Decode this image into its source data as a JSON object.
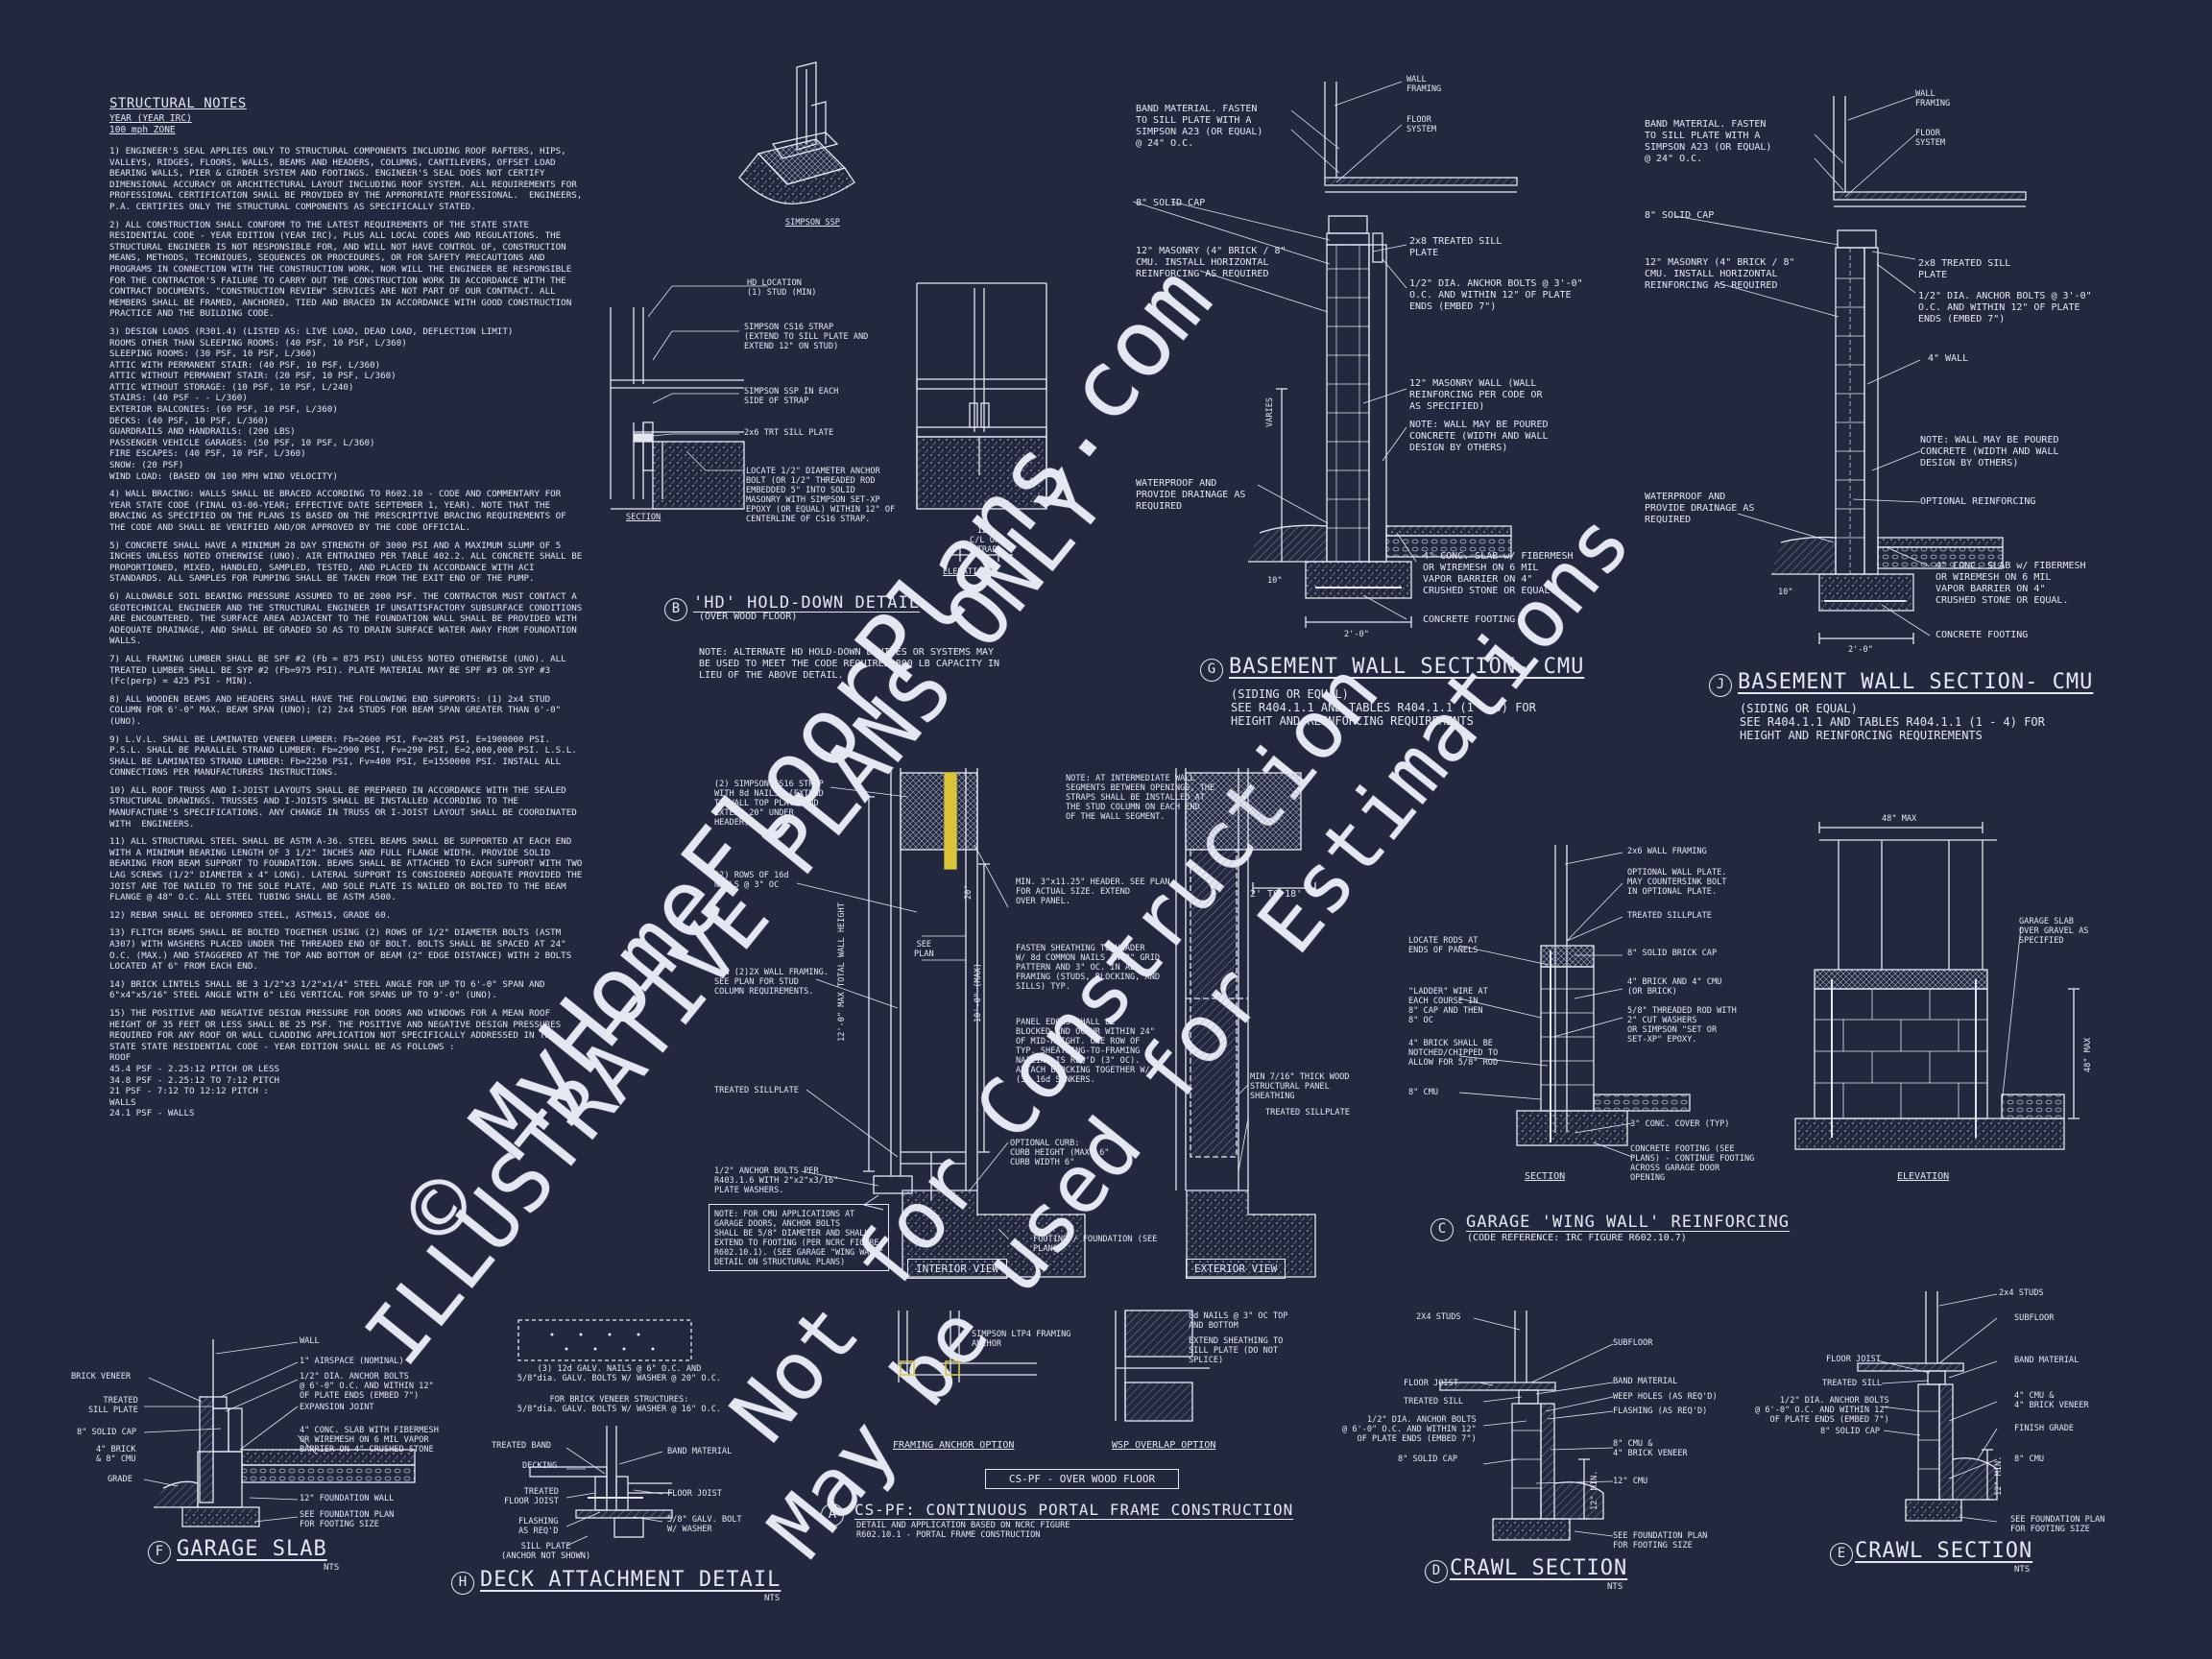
{
  "notes": {
    "title": "STRUCTURAL NOTES",
    "year": "YEAR (YEAR IRC)",
    "wind": "100 mph ZONE",
    "paragraphs": [
      "1) ENGINEER'S SEAL APPLIES ONLY TO STRUCTURAL COMPONENTS INCLUDING ROOF RAFTERS, HIPS, VALLEYS, RIDGES, FLOORS, WALLS, BEAMS AND HEADERS, COLUMNS, CANTILEVERS, OFFSET LOAD BEARING WALLS, PIER & GIRDER SYSTEM AND FOOTINGS. ENGINEER'S SEAL DOES NOT CERTIFY DIMENSIONAL ACCURACY OR ARCHITECTURAL LAYOUT INCLUDING ROOF SYSTEM. ALL REQUIREMENTS FOR PROFESSIONAL CERTIFICATION SHALL BE PROVIDED BY THE APPROPRIATE PROFESSIONAL.  ENGINEERS, P.A. CERTIFIES ONLY THE STRUCTURAL COMPONENTS AS SPECIFICALLY STATED.",
      "2) ALL CONSTRUCTION SHALL CONFORM TO THE LATEST REQUIREMENTS OF THE STATE STATE RESIDENTIAL CODE - YEAR EDITION (YEAR IRC), PLUS ALL LOCAL CODES AND REGULATIONS. THE STRUCTURAL ENGINEER IS NOT RESPONSIBLE FOR, AND WILL NOT HAVE CONTROL OF, CONSTRUCTION MEANS, METHODS, TECHNIQUES, SEQUENCES OR PROCEDURES, OR FOR SAFETY PRECAUTIONS AND PROGRAMS IN CONNECTION WITH THE CONSTRUCTION WORK, NOR WILL THE ENGINEER BE RESPONSIBLE FOR THE CONTRACTOR'S FAILURE TO CARRY OUT THE CONSTRUCTION WORK IN ACCORDANCE WITH THE CONTRACT DOCUMENTS. \"CONSTRUCTION REVIEW\" SERVICES ARE NOT PART OF OUR CONTRACT. ALL MEMBERS SHALL BE FRAMED, ANCHORED, TIED AND BRACED IN ACCORDANCE WITH GOOD CONSTRUCTION PRACTICE AND THE BUILDING CODE.",
      "3) DESIGN LOADS (R301.4) (LISTED AS: LIVE LOAD, DEAD LOAD, DEFLECTION LIMIT)\nROOMS OTHER THAN SLEEPING ROOMS: (40 PSF, 10 PSF, L/360)\nSLEEPING ROOMS: (30 PSF, 10 PSF, L/360)\nATTIC WITH PERMANENT STAIR: (40 PSF, 10 PSF, L/360)\nATTIC WITHOUT PERMANENT STAIR: (20 PSF, 10 PSF, L/360)\nATTIC WITHOUT STORAGE: (10 PSF, 10 PSF, L/240)\nSTAIRS: (40 PSF - - L/360)\nEXTERIOR BALCONIES: (60 PSF, 10 PSF, L/360)\nDECKS: (40 PSF, 10 PSF, L/360)\nGUARDRAILS AND HANDRAILS: (200 LBS)\nPASSENGER VEHICLE GARAGES: (50 PSF, 10 PSF, L/360)\nFIRE ESCAPES: (40 PSF, 10 PSF, L/360)\nSNOW: (20 PSF)\nWIND LOAD: (BASED ON 100 MPH WIND VELOCITY)",
      "4) WALL BRACING: WALLS SHALL BE BRACED ACCORDING TO R602.10 - CODE AND COMMENTARY FOR YEAR STATE CODE (FINAL 03-06-YEAR; EFFECTIVE DATE SEPTEMBER 1, YEAR). NOTE THAT THE BRACING AS SPECIFIED ON THE PLANS IS BASED ON THE PRESCRIPTIVE BRACING REQUIREMENTS OF THE CODE AND SHALL BE VERIFIED AND/OR APPROVED BY THE CODE OFFICIAL.",
      "5) CONCRETE SHALL HAVE A MINIMUM 28 DAY STRENGTH OF 3000 PSI AND A MAXIMUM SLUMP OF 5 INCHES UNLESS NOTED OTHERWISE (UNO). AIR ENTRAINED PER TABLE 402.2. ALL CONCRETE SHALL BE PROPORTIONED, MIXED, HANDLED, SAMPLED, TESTED, AND PLACED IN ACCORDANCE WITH ACI STANDARDS. ALL SAMPLES FOR PUMPING SHALL BE TAKEN FROM THE EXIT END OF THE PUMP.",
      "6) ALLOWABLE SOIL BEARING PRESSURE ASSUMED TO BE 2000 PSF. THE CONTRACTOR MUST CONTACT A GEOTECHNICAL ENGINEER AND THE STRUCTURAL ENGINEER IF UNSATISFACTORY SUBSURFACE CONDITIONS ARE ENCOUNTERED. THE SURFACE AREA ADJACENT TO THE FOUNDATION WALL SHALL BE PROVIDED WITH ADEQUATE DRAINAGE, AND SHALL BE GRADED SO AS TO DRAIN SURFACE WATER AWAY FROM FOUNDATION WALLS.",
      "7) ALL FRAMING LUMBER SHALL BE SPF #2 (Fb = 875 PSI) UNLESS NOTED OTHERWISE (UNO). ALL TREATED LUMBER SHALL BE SYP #2 (Fb=975 PSI). PLATE MATERIAL MAY BE SPF #3 OR SYP #3 (Fc(perp) = 425 PSI - MIN).",
      "8) ALL WOODEN BEAMS AND HEADERS SHALL HAVE THE FOLLOWING END SUPPORTS: (1) 2x4 STUD COLUMN FOR 6'-0\" MAX. BEAM SPAN (UNO); (2) 2x4 STUDS FOR BEAM SPAN GREATER THAN 6'-0\" (UNO).",
      "9) L.V.L. SHALL BE LAMINATED VENEER LUMBER: Fb=2600 PSI, Fv=285 PSI, E=1900000 PSI. P.S.L. SHALL BE PARALLEL STRAND LUMBER: Fb=2900 PSI, Fv=290 PSI, E=2,000,000 PSI. L.S.L. SHALL BE LAMINATED STRAND LUMBER: Fb=2250 PSI, Fv=400 PSI, E=1550000 PSI. INSTALL ALL CONNECTIONS PER MANUFACTURERS INSTRUCTIONS.",
      "10) ALL ROOF TRUSS AND I-JOIST LAYOUTS SHALL BE PREPARED IN ACCORDANCE WITH THE SEALED STRUCTURAL DRAWINGS. TRUSSES AND I-JOISTS SHALL BE INSTALLED ACCORDING TO THE MANUFACTURE'S SPECIFICATIONS. ANY CHANGE IN TRUSS OR I-JOIST LAYOUT SHALL BE COORDINATED WITH  ENGINEERS.",
      "11) ALL STRUCTURAL STEEL SHALL BE ASTM A-36. STEEL BEAMS SHALL BE SUPPORTED AT EACH END WITH A MINIMUM BEARING LENGTH OF 3 1/2\" INCHES AND FULL FLANGE WIDTH. PROVIDE SOLID BEARING FROM BEAM SUPPORT TO FOUNDATION. BEAMS SHALL BE ATTACHED TO EACH SUPPORT WITH TWO LAG SCREWS (1/2\" DIAMETER x 4\" LONG). LATERAL SUPPORT IS CONSIDERED ADEQUATE PROVIDED THE JOIST ARE TOE NAILED TO THE SOLE PLATE, AND SOLE PLATE IS NAILED OR BOLTED TO THE BEAM FLANGE @ 48\" O.C. ALL STEEL TUBING SHALL BE ASTM A500.",
      "12) REBAR SHALL BE DEFORMED STEEL, ASTM615, GRADE 60.",
      "13) FLITCH BEAMS SHALL BE BOLTED TOGETHER USING (2) ROWS OF 1/2\" DIAMETER BOLTS (ASTM A307) WITH WASHERS PLACED UNDER THE THREADED END OF BOLT. BOLTS SHALL BE SPACED AT 24\" O.C. (MAX.) AND STAGGERED AT THE TOP AND BOTTOM OF BEAM (2\" EDGE DISTANCE) WITH 2 BOLTS LOCATED AT 6\" FROM EACH END.",
      "14) BRICK LINTELS SHALL BE 3 1/2\"x3 1/2\"x1/4\" STEEL ANGLE FOR UP TO 6'-0\" SPAN AND 6\"x4\"x5/16\" STEEL ANGLE WITH 6\" LEG VERTICAL FOR SPANS UP TO 9'-0\" (UNO).",
      "15) THE POSITIVE AND NEGATIVE DESIGN PRESSURE FOR DOORS AND WINDOWS FOR A MEAN ROOF HEIGHT OF 35 FEET OR LESS SHALL BE 25 PSF. THE POSITIVE AND NEGATIVE DESIGN PRESSURES REQUIRED FOR ANY ROOF OR WALL CLADDING APPLICATION NOT SPECIFICALLY ADDRESSED IN THE STATE STATE RESIDENTIAL CODE - YEAR EDITION SHALL BE AS FOLLOWS :\nROOF\n45.4 PSF - 2.25:12 PITCH OR LESS\n34.8 PSF - 2.25:12 TO 7:12 PITCH\n21 PSF - 7:12 TO 12:12 PITCH :\nWALLS\n24.1 PSF - WALLS"
    ]
  },
  "detail_ssp": {
    "label": "SIMPSON SSP"
  },
  "detail_b": {
    "mark": "B",
    "title": "'HD' HOLD-DOWN DETAIL",
    "subtitle": "(OVER WOOD FLOOR)",
    "note": "NOTE: ALTERNATE HD HOLD-DOWN DEVICES OR SYSTEMS MAY\nBE USED TO MEET THE CODE REQUIRED 800 LB CAPACITY IN\nLIEU OF THE ABOVE DETAIL.",
    "labels": [
      "HD LOCATION\n(1) STUD (MIN)",
      "SIMPSON CS16 STRAP\n(EXTEND TO SILL PLATE AND\nEXTEND 12\" ON STUD)",
      "SIMPSON SSP IN EACH\nSIDE OF STRAP",
      "2x6 TRT SILL PLATE",
      "LOCATE 1/2\" DIAMETER ANCHOR\nBOLT (OR 1/2\" THREADED ROD\nEMBEDDED 5\" INTO SOLID\nMASONRY WITH SIMPSON SET-XP\nEPOXY (OR EQUAL) WITHIN 12\" OF\nCENTERLINE OF CS16 STRAP."
    ],
    "section": "SECTION",
    "elevation": "ELEVATION",
    "dim": "12\"\nC/L OF\nSTRAP"
  },
  "detail_g": {
    "mark": "G",
    "title": "BASEMENT WALL SECTION- CMU",
    "subtitle": "(SIDING OR EQUAL)\nSEE R404.1.1 AND TABLES R404.1.1 (1 - 4) FOR\nHEIGHT AND REINFORCING REQUIREMENTS",
    "labels_left": [
      "BAND MATERIAL. FASTEN\nTO SILL PLATE WITH A\nSIMPSON A23 (OR EQUAL)\n@ 24\" O.C.",
      "8\" SOLID CAP",
      "12\" MASONRY (4\" BRICK / 8\"\nCMU. INSTALL HORIZONTAL\nREINFORCING AS REQUIRED",
      "WATERPROOF AND\nPROVIDE DRAINAGE AS\nREQUIRED"
    ],
    "labels_right": [
      "WALL\nFRAMING",
      "FLOOR\nSYSTEM",
      "2x8 TREATED SILL\nPLATE",
      "1/2\" DIA. ANCHOR BOLTS @ 3'-0\"\nO.C. AND WITHIN 12\" OF PLATE\nENDS (EMBED 7\")",
      "12\" MASONRY WALL (WALL\nREINFORCING PER CODE OR\nAS SPECIFIED)",
      "NOTE: WALL MAY BE POURED\nCONCRETE (WIDTH AND WALL\nDESIGN BY OTHERS)",
      "4\" CONC. SLAB w/ FIBERMESH\nOR WIREMESH ON 6 MIL\nVAPOR BARRIER ON 4\"\nCRUSHED STONE OR EQUAL.",
      "CONCRETE FOOTING"
    ],
    "varies": "VARIES",
    "dim_width": "2'-0\"",
    "dim_height": "10\""
  },
  "detail_j": {
    "mark": "J",
    "title": "BASEMENT WALL SECTION- CMU",
    "subtitle": "(SIDING OR EQUAL)\nSEE R404.1.1 AND TABLES R404.1.1 (1 - 4) FOR\nHEIGHT AND REINFORCING REQUIREMENTS",
    "labels_left": [
      "BAND MATERIAL. FASTEN\nTO SILL PLATE WITH A\nSIMPSON A23 (OR EQUAL)\n@ 24\" O.C.",
      "8\" SOLID CAP",
      "12\" MASONRY (4\" BRICK / 8\"\nCMU. INSTALL HORIZONTAL\nREINFORCING AS REQUIRED",
      "WATERPROOF AND\nPROVIDE DRAINAGE AS\nREQUIRED"
    ],
    "labels_right": [
      "WALL\nFRAMING",
      "FLOOR\nSYSTEM",
      "2x8 TREATED SILL\nPLATE",
      "1/2\" DIA. ANCHOR BOLTS @ 3'-0\"\nO.C. AND WITHIN 12\" OF PLATE\nENDS (EMBED 7\")",
      "4\" WALL",
      "NOTE: WALL MAY BE POURED\nCONCRETE (WIDTH AND WALL\nDESIGN BY OTHERS)",
      "OPTIONAL REINFORCING",
      "4\" CONC. SLAB w/ FIBERMESH\nOR WIREMESH ON 6 MIL\nVAPOR BARRIER ON 4\"\nCRUSHED STONE OR EQUAL.",
      "CONCRETE FOOTING"
    ],
    "dim_width": "2'-0\"",
    "dim_height": "10\""
  },
  "detail_a": {
    "mark": "A",
    "title": "CS-PF: CONTINUOUS PORTAL FRAME CONSTRUCTION",
    "subtitle": "DETAIL AND APPLICATION BASED ON NCRC FIGURE\nR602.10.1 - PORTAL FRAME CONSTRUCTION",
    "labels_left": [
      "(2) SIMPSON CS16 STRAP\nWITH 8d NAILS. (EXTEND\nTO WALL TOP PLATE AND\nEXTEND 20\" UNDER\nHEADER).",
      "(2) ROWS OF 16d\nNAILS @ 3\" OC",
      "MIN (2)2X WALL FRAMING.\nSEE PLAN FOR STUD\nCOLUMN REQUIREMENTS.",
      "TREATED SILLPLATE",
      "1/2\" ANCHOR BOLTS PER\nR403.1.6 WITH 2\"x2\"x3/16\"\nPLATE WASHERS."
    ],
    "labels_mid": [
      "NOTE: AT INTERMEDIATE WALL\nSEGMENTS BETWEEN OPENINGS, THE\nSTRAPS SHALL BE INSTALLED AT\nTHE STUD COLUMN ON EACH END\nOF THE WALL SEGMENT.",
      "MIN. 3\"x11.25\" HEADER. SEE PLAN\nFOR ACTUAL SIZE. EXTEND\nOVER PANEL.",
      "FASTEN SHEATHING TO HEADER\nW/ 8d COMMON NAILS IN 3\" GRID\nPATTERN AND 3\" OC. IN ALL\nFRAMING (STUDS, BLOCKING, AND\nSILLS) TYP.",
      "PANEL EDGES SHALL BE\nBLOCKED AND OCCUR WITHIN 24\"\nOF MID-HEIGHT. ONE ROW OF\nTYP. SHEATHING-TO-FRAMING\nNAILING IS REQ'D (3\" OC).\nATTACH BLOCKING TOGETHER W/\n(3) 16d SINKERS.",
      "OPTIONAL CURB:\nCURB HEIGHT (MAX) 6\"\nCURB WIDTH 6\"",
      "FOOTING / FOUNDATION (SEE\nPLAN)"
    ],
    "labels_right": [
      "2' TO 18'",
      "MIN 7/16\" THICK WOOD\nSTRUCTURAL PANEL\nSHEATHING",
      "TREATED SILLPLATE"
    ],
    "vertical_dims": [
      "12'-0\" MAX TOTAL WALL HEIGHT",
      "10'-0\" (MAX)",
      "20\""
    ],
    "see_plan": "SEE\nPLAN",
    "notebox": "NOTE: FOR CMU APPLICATIONS AT\nGARAGE DOORS, ANCHOR BOLTS\nSHALL BE 5/8\" DIAMETER AND SHALL\nEXTEND TO FOOTING (PER NCRC FIGURE\nR602.10.1). (SEE GARAGE \"WING WALL\"\nDETAIL ON STRUCTURAL PLANS)",
    "interior_view": "INTERIOR VIEW",
    "exterior_view": "EXTERIOR VIEW",
    "framing_anchor_label": "SIMPSON LTP4 FRAMING\nANCHOR",
    "framing_anchor_option": "FRAMING ANCHOR OPTION",
    "wsp_label_1": "8d NAILS @ 3\" OC TOP\nAND BOTTOM",
    "wsp_label_2": "EXTEND SHEATHING TO\nSILL PLATE (DO NOT\nSPLICE)",
    "wsp_overlap_option": "WSP OVERLAP OPTION",
    "over_wood_floor": "CS-PF - OVER WOOD FLOOR"
  },
  "detail_c": {
    "mark": "C",
    "title": "GARAGE 'WING WALL' REINFORCING",
    "subtitle": "(CODE REFERENCE: IRC FIGURE R602.10.7)",
    "labels_left": [
      "LOCATE RODS AT\nENDS OF PANELS",
      "\"LADDER\" WIRE AT\nEACH COURSE IN\n8\" CAP AND THEN\n8\" OC",
      "4\" BRICK SHALL BE\nNOTCHED/CHIPPED TO\nALLOW FOR 5/8\" ROD",
      "8\" CMU"
    ],
    "labels_mid": [
      "2x6 WALL FRAMING",
      "OPTIONAL WALL PLATE.\nMAY COUNTERSINK BOLT\nIN OPTIONAL PLATE.",
      "TREATED SILLPLATE",
      "8\" SOLID BRICK CAP",
      "4\" BRICK AND 4\" CMU\n(OR BRICK)",
      "5/8\" THREADED ROD WITH\n2\" CUT WASHERS\nOR SIMPSON \"SET OR\nSET-XP\" EPOXY.",
      "3\" CONC. COVER (TYP)",
      "CONCRETE FOOTING (SEE\nPLANS) - CONTINUE FOOTING\nACROSS GARAGE DOOR\nOPENING"
    ],
    "labels_right": [
      "48\" MAX",
      "GARAGE SLAB\nOVER GRAVEL AS\nSPECIFIED",
      "48\" MAX"
    ],
    "section": "SECTION",
    "elevation": "ELEVATION"
  },
  "detail_f": {
    "mark": "F",
    "title": "GARAGE SLAB",
    "nts": "NTS",
    "labels_left": [
      "BRICK VENEER",
      "TREATED\nSILL PLATE",
      "8\" SOLID CAP",
      "4\" BRICK\n& 8\" CMU",
      "GRADE"
    ],
    "labels_right": [
      "WALL",
      "1\" AIRSPACE (NOMINAL)",
      "1/2\" DIA. ANCHOR BOLTS\n@ 6'-0\" O.C. AND WITHIN 12\"\nOF PLATE ENDS (EMBED 7\")",
      "EXPANSION JOINT",
      "4\" CONC. SLAB WITH FIBERMESH\nOR WIREMESH ON 6 MIL VAPOR\nBARRIER ON 4\" CRUSHED STONE",
      "12\" FOUNDATION WALL",
      "SEE FOUNDATION PLAN\nFOR FOOTING SIZE"
    ]
  },
  "detail_h": {
    "mark": "H",
    "title": "DECK ATTACHMENT DETAIL",
    "nts": "NTS",
    "top_note": "(3) 12d GALV. NAILS @ 6\" O.C. AND\n5/8\"dia. GALV. BOLTS W/ WASHER @ 20\" O.C.",
    "brick_note": "FOR BRICK VENEER STRUCTURES:\n5/8\"dia. GALV. BOLTS W/ WASHER @ 16\" O.C.",
    "labels_left": [
      "TREATED BAND",
      "DECKING",
      "TREATED\nFLOOR JOIST",
      "FLASHING\nAS REQ'D",
      "SILL PLATE\n(ANCHOR NOT SHOWN)"
    ],
    "labels_right": [
      "BAND MATERIAL",
      "FLOOR JOIST",
      "5/8\" GALV. BOLT\nW/ WASHER"
    ]
  },
  "detail_d": {
    "mark": "D",
    "title": "CRAWL SECTION",
    "nts": "NTS",
    "labels_left": [
      "2X4 STUDS",
      "FLOOR JOIST",
      "TREATED SILL",
      "1/2\" DIA. ANCHOR BOLTS\n@ 6'-0\" O.C. AND WITHIN 12\"\nOF PLATE ENDS (EMBED 7\")",
      "8\" SOLID CAP"
    ],
    "labels_right": [
      "SUBFLOOR",
      "BAND MATERIAL",
      "WEEP HOLES (AS REQ'D)",
      "FLASHING (AS REQ'D)",
      "8\" CMU &\n4\" BRICK VENEER",
      "12\" CMU",
      "SEE FOUNDATION PLAN\nFOR FOOTING SIZE"
    ],
    "dim": "12\" MIN."
  },
  "detail_e": {
    "mark": "E",
    "title": "CRAWL SECTION",
    "nts": "NTS",
    "labels_left": [
      "FLOOR JOIST",
      "TREATED SILL",
      "1/2\" DIA. ANCHOR BOLTS\n@ 6'-0\" O.C. AND WITHIN 12\"\nOF PLATE ENDS (EMBED 7\")",
      "8\" SOLID CAP"
    ],
    "labels_right": [
      "2x4 STUDS",
      "SUBFLOOR",
      "BAND MATERIAL",
      "4\" CMU &\n4\" BRICK VENEER",
      "FINISH GRADE",
      "8\" CMU",
      "SEE FOUNDATION PLAN\nFOR FOOTING SIZE"
    ],
    "dim": "12\" MIN."
  },
  "watermark": [
    "© MyHomeFloorPlans.com",
    "ILLUSTRATIVE PLANS ONLY",
    "Not for Construction",
    "May be used for Estimations"
  ],
  "colors": {
    "background": "#24283f",
    "ink": "#e4e7f2",
    "highlight": "#d9c43a"
  }
}
